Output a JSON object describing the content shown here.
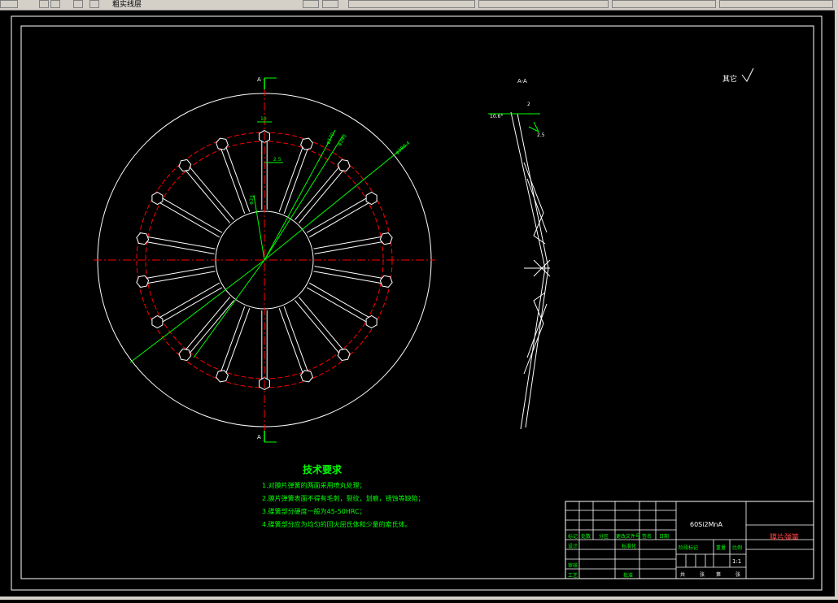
{
  "toolbar": {
    "layer_label": "粗实线层"
  },
  "drawing": {
    "roughness_label": "其它",
    "section_label": "A-A",
    "dims": {
      "section_top": "A",
      "section_bottom": "A",
      "slot_width": "10",
      "slot_offset": "2.5",
      "phi1": "φ170",
      "phi2": "φ340",
      "phi3": "φ380.4",
      "inner": "φ33",
      "angle": "10.6°",
      "thickness": "2",
      "t2": "2.5"
    },
    "tech": {
      "title": "技术要求",
      "lines": [
        "1.对膜片弹簧的两面采用喷丸处理；",
        "2.膜片弹簧表面不得有毛刺，裂纹，划痕，锈蚀等缺陷；",
        "3.碟簧部分硬度一般为45-50HRC；",
        "4.碟簧部分应为均匀的回火屈氏体和少量的索氏体。"
      ]
    },
    "title_block": {
      "material": "60Si2MnA",
      "part_name": "膜片弹簧",
      "row_headers": [
        "标记",
        "处数",
        "分区",
        "更改文件号",
        "签名",
        "日期"
      ],
      "designer": "设计",
      "standardize": "标准化",
      "checker": "审核",
      "process": "工艺",
      "approve": "批准",
      "stage_mark": "阶段标记",
      "weight": "重量",
      "scale_label": "比例",
      "scale_value": "1:1",
      "sheet_total": "共",
      "sheet_zhang": "张",
      "sheet_di": "第",
      "sheet_zhang2": "张"
    }
  }
}
